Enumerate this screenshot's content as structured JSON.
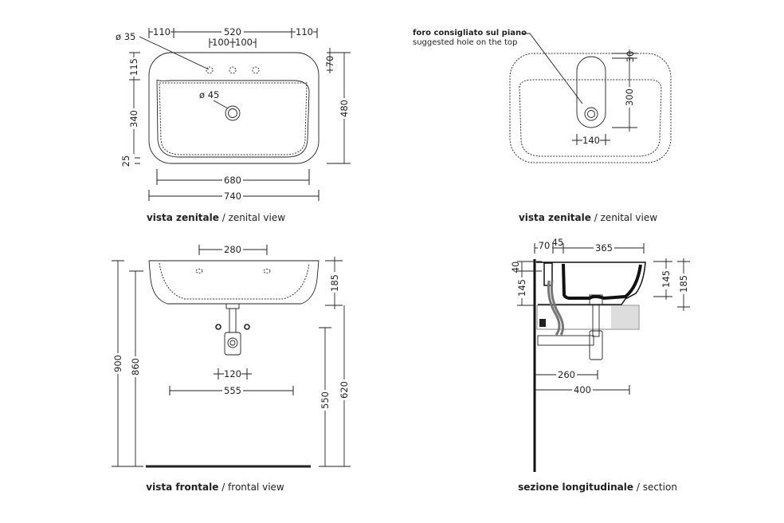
{
  "views": {
    "top_left": {
      "caption_bold": "vista zenitale",
      "caption_rest": " / zenital view",
      "dims": {
        "left_margin": "110",
        "center": "520",
        "right_margin": "110",
        "hole_a": "100",
        "hole_b": "100",
        "hole_diam": "ø 35",
        "drain_diam": "ø 45",
        "depth_back": "115",
        "depth_basin": "340",
        "depth_front": "25",
        "right_top": "70",
        "total_depth": "480",
        "inner_width": "680",
        "total_width": "740"
      }
    },
    "top_right": {
      "caption_bold": "vista zenitale",
      "caption_rest": " / zenital view",
      "note_it": "foro consigliato sul piano",
      "note_en": "suggested hole on the top",
      "dims": {
        "offset": "30",
        "slot_length": "300",
        "slot_width": "140"
      }
    },
    "bottom_left": {
      "caption_bold": "vista frontale",
      "caption_rest": " / frontal view",
      "dims": {
        "holes": "280",
        "height": "185",
        "total_h": "900",
        "rim_h": "860",
        "supply_spacing": "120",
        "bracket": "555",
        "supply_h": "550",
        "bottom_h": "620"
      }
    },
    "bottom_right": {
      "caption_bold": "sezione longitudinale",
      "caption_rest": " / section",
      "dims": {
        "back": "70",
        "mid": "45",
        "basin": "365",
        "top": "40",
        "inner_left": "145",
        "inner_right": "145",
        "height": "185",
        "trap": "260",
        "projection": "400"
      }
    }
  }
}
